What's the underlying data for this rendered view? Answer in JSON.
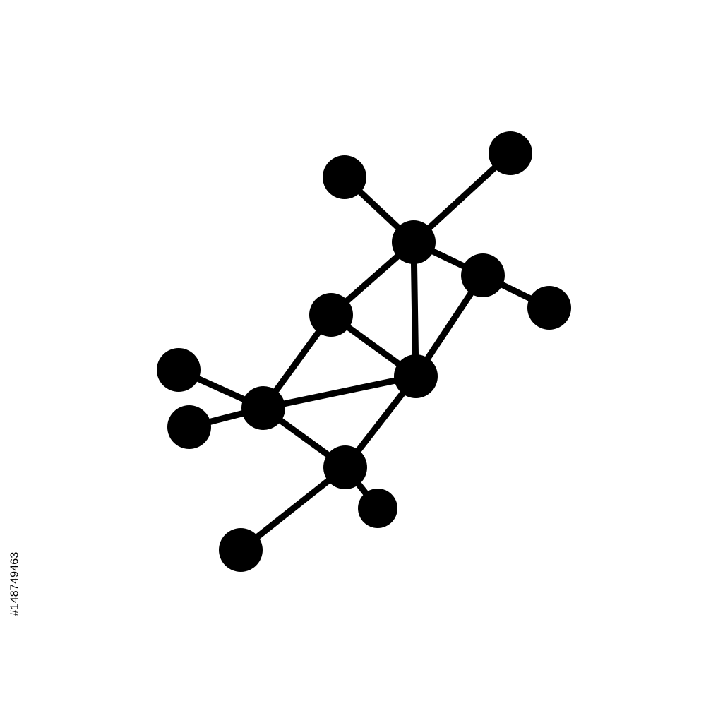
{
  "diagram": {
    "kind": "molecule-network-icon",
    "color": "#000000",
    "background": "#ffffff",
    "nodes": [
      {
        "id": "hub-top",
        "label": ""
      },
      {
        "id": "tip-top-left",
        "label": ""
      },
      {
        "id": "tip-top-right",
        "label": ""
      },
      {
        "id": "right-node",
        "label": ""
      },
      {
        "id": "tip-right",
        "label": ""
      },
      {
        "id": "middle-upper",
        "label": ""
      },
      {
        "id": "center-right",
        "label": ""
      },
      {
        "id": "left-hub",
        "label": ""
      },
      {
        "id": "tip-left-upper",
        "label": ""
      },
      {
        "id": "tip-left-lower",
        "label": ""
      },
      {
        "id": "bottom-hub",
        "label": ""
      },
      {
        "id": "tip-bottom-small",
        "label": ""
      },
      {
        "id": "tip-bottom-left",
        "label": ""
      }
    ],
    "edges": [
      [
        "hub-top",
        "tip-top-left"
      ],
      [
        "hub-top",
        "tip-top-right"
      ],
      [
        "hub-top",
        "right-node"
      ],
      [
        "right-node",
        "tip-right"
      ],
      [
        "hub-top",
        "middle-upper"
      ],
      [
        "hub-top",
        "center-right"
      ],
      [
        "right-node",
        "center-right"
      ],
      [
        "middle-upper",
        "center-right"
      ],
      [
        "middle-upper",
        "left-hub"
      ],
      [
        "left-hub",
        "center-right"
      ],
      [
        "left-hub",
        "tip-left-upper"
      ],
      [
        "left-hub",
        "tip-left-lower"
      ],
      [
        "left-hub",
        "bottom-hub"
      ],
      [
        "center-right",
        "bottom-hub"
      ],
      [
        "bottom-hub",
        "tip-bottom-small"
      ],
      [
        "bottom-hub",
        "tip-bottom-left"
      ]
    ]
  },
  "watermark": {
    "id_text": "#148749463"
  }
}
